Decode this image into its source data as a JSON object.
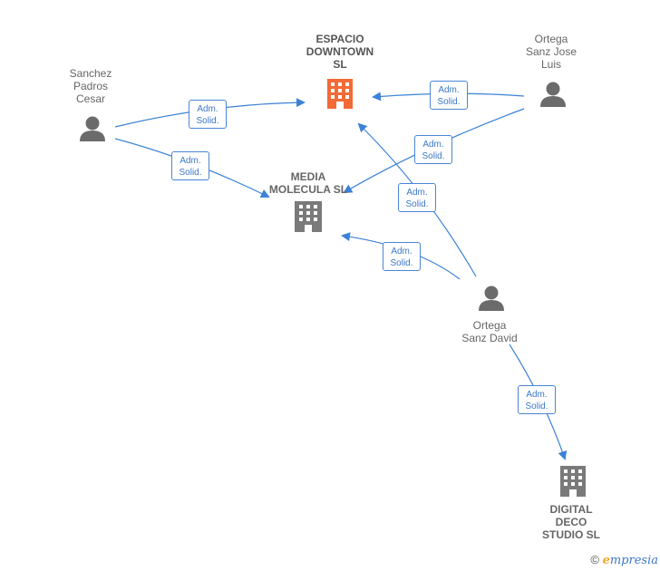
{
  "colors": {
    "edge": "#3b82d6",
    "person": "#6b6b6b",
    "company_highlight": "#f26a36",
    "company": "#7a7a7a"
  },
  "nodes": {
    "espacio": {
      "label": "ESPACIO\nDOWNTOWN\nSL",
      "icon": "building-icon"
    },
    "media": {
      "label": "MEDIA\nMOLECULA  SL",
      "icon": "building-icon"
    },
    "digital": {
      "label": "DIGITAL\nDECO\nSTUDIO SL",
      "icon": "building-icon"
    },
    "sanchez": {
      "label": "Sanchez\nPadros\nCesar",
      "icon": "person-icon"
    },
    "ortega_jose": {
      "label": "Ortega\nSanz Jose\nLuis",
      "icon": "person-icon"
    },
    "ortega_david": {
      "label": "Ortega\nSanz David",
      "icon": "person-icon"
    }
  },
  "edges": [
    {
      "from": "sanchez",
      "to": "espacio",
      "label_line1": "Adm.",
      "label_line2": "Solid."
    },
    {
      "from": "sanchez",
      "to": "media",
      "label_line1": "Adm.",
      "label_line2": "Solid."
    },
    {
      "from": "ortega_jose",
      "to": "espacio",
      "label_line1": "Adm.",
      "label_line2": "Solid."
    },
    {
      "from": "ortega_jose",
      "to": "media",
      "label_line1": "Adm.",
      "label_line2": "Solid."
    },
    {
      "from": "ortega_david",
      "to": "espacio",
      "label_line1": "Adm.",
      "label_line2": "Solid."
    },
    {
      "from": "ortega_david",
      "to": "media",
      "label_line1": "Adm.",
      "label_line2": "Solid."
    },
    {
      "from": "ortega_david",
      "to": "digital",
      "label_line1": "Adm.",
      "label_line2": "Solid."
    }
  ],
  "footer": {
    "copyright": "©",
    "brand_initial": "e",
    "brand_rest": "mpresia"
  }
}
